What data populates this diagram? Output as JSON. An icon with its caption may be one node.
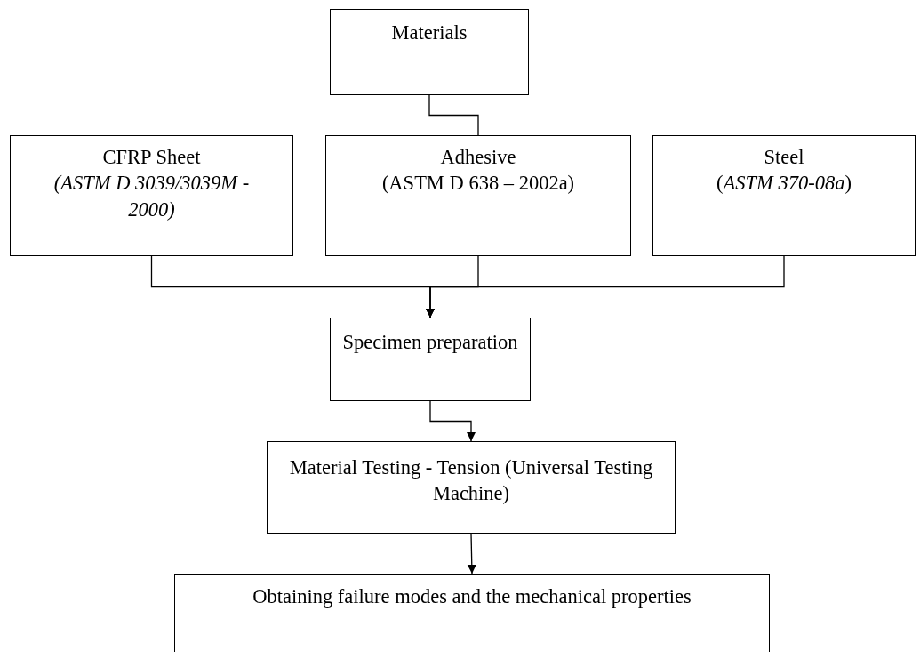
{
  "diagram": {
    "nodes": [
      {
        "text": [
          "Materials"
        ]
      },
      {
        "text": [
          "CFRP Sheet",
          "(ASTM D 3039/3039M - 2000)"
        ]
      },
      {
        "text": [
          "Adhesive",
          "(ASTM D 638 – 2002a)"
        ]
      },
      {
        "text": [
          "Steel",
          "(*ASTM 370-08a*)"
        ]
      },
      {
        "text": [
          "Specimen preparation"
        ]
      },
      {
        "text": [
          "Material Testing - Tension (Universal Testing Machine)"
        ]
      },
      {
        "text": [
          "Obtaining failure modes and the mechanical properties"
        ]
      }
    ],
    "edges": [
      {
        "from": 0,
        "to": 2,
        "arrow": "none"
      },
      {
        "from": 1,
        "to": 4,
        "arrow": "to"
      },
      {
        "from": 2,
        "to": 4,
        "arrow": "to"
      },
      {
        "from": 3,
        "to": 4,
        "arrow": "to"
      },
      {
        "from": 4,
        "to": 5,
        "arrow": "to"
      },
      {
        "from": 5,
        "to": 6,
        "arrow": "to"
      }
    ]
  }
}
